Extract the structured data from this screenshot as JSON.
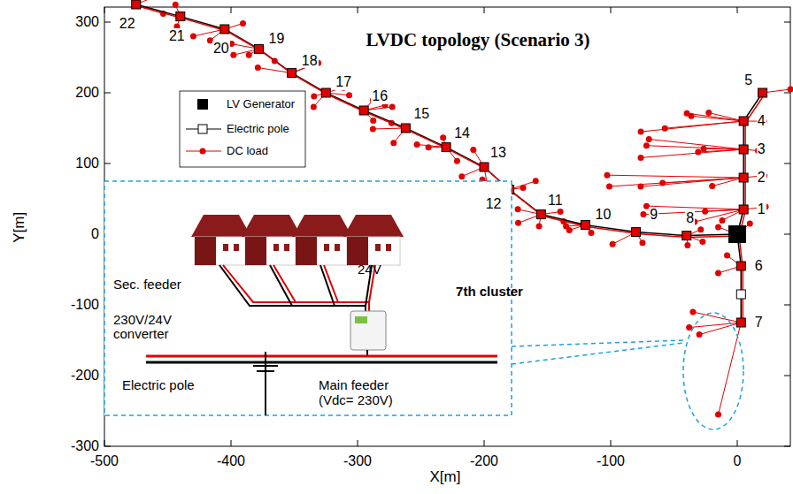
{
  "diagram": {
    "title": "LVDC topology (Scenario 3)",
    "labels": [
      "Y[m]",
      "X[m]",
      "300",
      "200",
      "100",
      "0",
      "-100",
      "-200",
      "-300",
      "-500",
      "-400",
      "-300",
      "-200",
      "-100",
      "0",
      "1",
      "2",
      "3",
      "4",
      "5",
      "6",
      "7",
      "8",
      "9",
      "10",
      "11",
      "12",
      "13",
      "14",
      "15",
      "16",
      "17",
      "18",
      "19",
      "20",
      "21",
      "22",
      "Sec. feeder",
      "24V",
      "230V/24V converter",
      "Main feeder (Vdc= 230V)",
      "Electric pole",
      "7th cluster"
    ],
    "legend": [
      {
        "text": "LV Generator"
      },
      {
        "text": "Electric pole"
      },
      {
        "text": "DC load"
      }
    ]
  }
}
